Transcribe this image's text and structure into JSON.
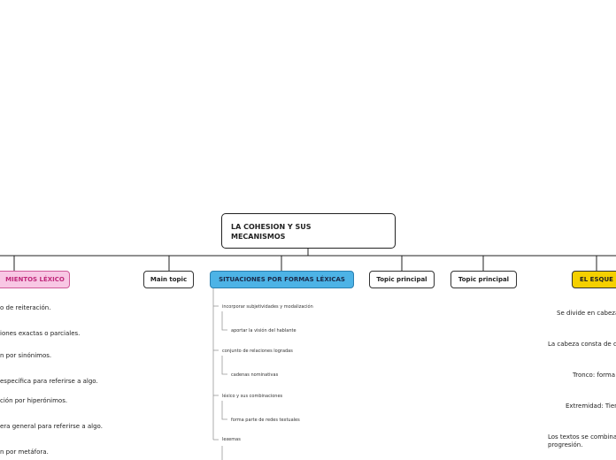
{
  "root": {
    "title_line1": "LA COHESION Y SUS",
    "title_line2": "MECANISMOS"
  },
  "topics": [
    {
      "label": "MIENTOS LÉXICO",
      "color": "#f8c7e4",
      "border": "#d05a9a",
      "text_color": "#c0287a"
    },
    {
      "label": "Main topic",
      "color": "#ffffff",
      "border": "#333333",
      "text_color": "#222222"
    },
    {
      "label": "SITUACIONES POR FORMAS LÉXICAS",
      "color": "#4db3e6",
      "border": "#2a7fb0",
      "text_color": "#1a2a4a"
    },
    {
      "label": "Topic principal",
      "color": "#ffffff",
      "border": "#333333",
      "text_color": "#222222"
    },
    {
      "label": "Topic principal",
      "color": "#ffffff",
      "border": "#333333",
      "text_color": "#222222"
    },
    {
      "label": "EL ESQUE",
      "color": "#f5d000",
      "border": "#333333",
      "text_color": "#222222"
    }
  ],
  "left_items": [
    "o de reiteración.",
    "iones exactas o parciales.",
    "n por sinónimos.",
    " específica para referirse a algo.",
    "ción por hiperónimos.",
    "era general para referirse a algo.",
    "n por metáfora."
  ],
  "center_items": [
    "incorporar subjetividades y modalización",
    "aportar la visión del hablante",
    "conjunto de relaciones logradas",
    "cadenas nominativas",
    "léxico y sus combinaciones",
    "forma parte de redes textuales",
    "lexemas"
  ],
  "right_items": [
    "Se divide en cabeza",
    "La cabeza consta de d",
    "Tronco: forma",
    "Extremidad: Tien",
    "Los textos se combina",
    "progresión."
  ]
}
